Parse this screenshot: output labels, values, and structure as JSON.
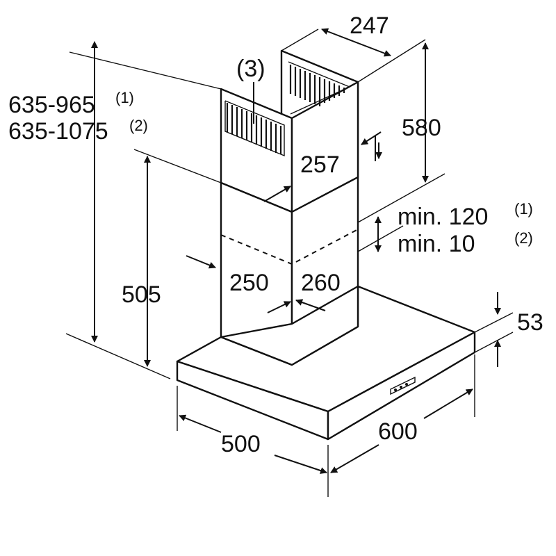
{
  "labels": {
    "callout_3": "(3)",
    "height_total_1": "635-965",
    "height_total_1_note": "(1)",
    "height_total_2": "635-1075",
    "height_total_2_note": "(2)",
    "width_upper_chimney": "247",
    "height_upper_chimney": "580",
    "depth_upper_chimney": "257",
    "min_gap_1": "min. 120",
    "min_gap_1_note": "(1)",
    "min_gap_2": "min. 10",
    "min_gap_2_note": "(2)",
    "height_lower": "505",
    "width_lower_chimney": "250",
    "depth_lower_chimney": "260",
    "canopy_thickness": "53",
    "canopy_depth": "500",
    "canopy_width": "600"
  }
}
